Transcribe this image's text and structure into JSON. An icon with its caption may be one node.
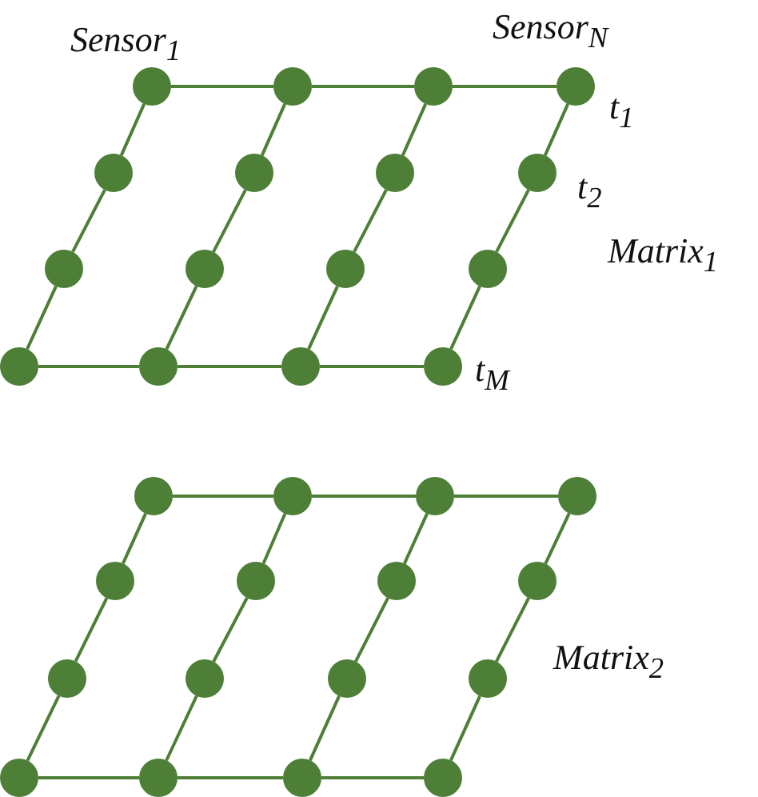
{
  "diagram": {
    "nodes": [
      {
        "text": [],
        "shape": "circle"
      },
      {
        "text": [],
        "shape": "circle"
      },
      {
        "text": [],
        "shape": "circle"
      },
      {
        "text": [],
        "shape": "circle"
      },
      {
        "text": [],
        "shape": "circle"
      },
      {
        "text": [],
        "shape": "circle"
      },
      {
        "text": [],
        "shape": "circle"
      },
      {
        "text": [],
        "shape": "circle"
      },
      {
        "text": [],
        "shape": "circle"
      },
      {
        "text": [],
        "shape": "circle"
      },
      {
        "text": [],
        "shape": "circle"
      },
      {
        "text": [],
        "shape": "circle"
      },
      {
        "text": [],
        "shape": "circle"
      },
      {
        "text": [],
        "shape": "circle"
      },
      {
        "text": [],
        "shape": "circle"
      },
      {
        "text": [],
        "shape": "circle"
      },
      {
        "text": [],
        "shape": "circle"
      },
      {
        "text": [],
        "shape": "circle"
      },
      {
        "text": [],
        "shape": "circle"
      },
      {
        "text": [],
        "shape": "circle"
      },
      {
        "text": [],
        "shape": "circle"
      },
      {
        "text": [],
        "shape": "circle"
      },
      {
        "text": [],
        "shape": "circle"
      },
      {
        "text": [],
        "shape": "circle"
      },
      {
        "text": [],
        "shape": "circle"
      },
      {
        "text": [],
        "shape": "circle"
      },
      {
        "text": [],
        "shape": "circle"
      },
      {
        "text": [],
        "shape": "circle"
      },
      {
        "text": [],
        "shape": "circle"
      },
      {
        "text": [],
        "shape": "circle"
      },
      {
        "text": [],
        "shape": "circle"
      },
      {
        "text": [],
        "shape": "circle"
      }
    ],
    "edges": [
      {
        "from": 0,
        "to": 1,
        "arrow": "none"
      },
      {
        "from": 1,
        "to": 2,
        "arrow": "none"
      },
      {
        "from": 2,
        "to": 3,
        "arrow": "none"
      },
      {
        "from": 0,
        "to": 4,
        "arrow": "none"
      },
      {
        "from": 4,
        "to": 8,
        "arrow": "none"
      },
      {
        "from": 8,
        "to": 12,
        "arrow": "none"
      },
      {
        "from": 1,
        "to": 5,
        "arrow": "none"
      },
      {
        "from": 5,
        "to": 9,
        "arrow": "none"
      },
      {
        "from": 9,
        "to": 13,
        "arrow": "none"
      },
      {
        "from": 2,
        "to": 6,
        "arrow": "none"
      },
      {
        "from": 6,
        "to": 10,
        "arrow": "none"
      },
      {
        "from": 10,
        "to": 14,
        "arrow": "none"
      },
      {
        "from": 3,
        "to": 7,
        "arrow": "none"
      },
      {
        "from": 7,
        "to": 11,
        "arrow": "none"
      },
      {
        "from": 11,
        "to": 15,
        "arrow": "none"
      },
      {
        "from": 12,
        "to": 13,
        "arrow": "none"
      },
      {
        "from": 13,
        "to": 14,
        "arrow": "none"
      },
      {
        "from": 14,
        "to": 15,
        "arrow": "none"
      },
      {
        "from": 16,
        "to": 17,
        "arrow": "none"
      },
      {
        "from": 17,
        "to": 18,
        "arrow": "none"
      },
      {
        "from": 18,
        "to": 19,
        "arrow": "none"
      },
      {
        "from": 16,
        "to": 20,
        "arrow": "none"
      },
      {
        "from": 20,
        "to": 24,
        "arrow": "none"
      },
      {
        "from": 24,
        "to": 28,
        "arrow": "none"
      },
      {
        "from": 17,
        "to": 21,
        "arrow": "none"
      },
      {
        "from": 21,
        "to": 25,
        "arrow": "none"
      },
      {
        "from": 25,
        "to": 29,
        "arrow": "none"
      },
      {
        "from": 18,
        "to": 22,
        "arrow": "none"
      },
      {
        "from": 22,
        "to": 26,
        "arrow": "none"
      },
      {
        "from": 26,
        "to": 30,
        "arrow": "none"
      },
      {
        "from": 19,
        "to": 23,
        "arrow": "none"
      },
      {
        "from": 23,
        "to": 27,
        "arrow": "none"
      },
      {
        "from": 27,
        "to": 31,
        "arrow": "none"
      },
      {
        "from": 28,
        "to": 29,
        "arrow": "none"
      },
      {
        "from": 29,
        "to": 30,
        "arrow": "none"
      },
      {
        "from": 30,
        "to": 31,
        "arrow": "none"
      }
    ],
    "labels": [
      "Sensor$_{1}$",
      "Sensor$_{N}$",
      "t$_{1}$",
      "t$_{2}$",
      "Matrix$_{1}$",
      "t$_{M}$",
      "Matrix$_{2}$"
    ]
  }
}
